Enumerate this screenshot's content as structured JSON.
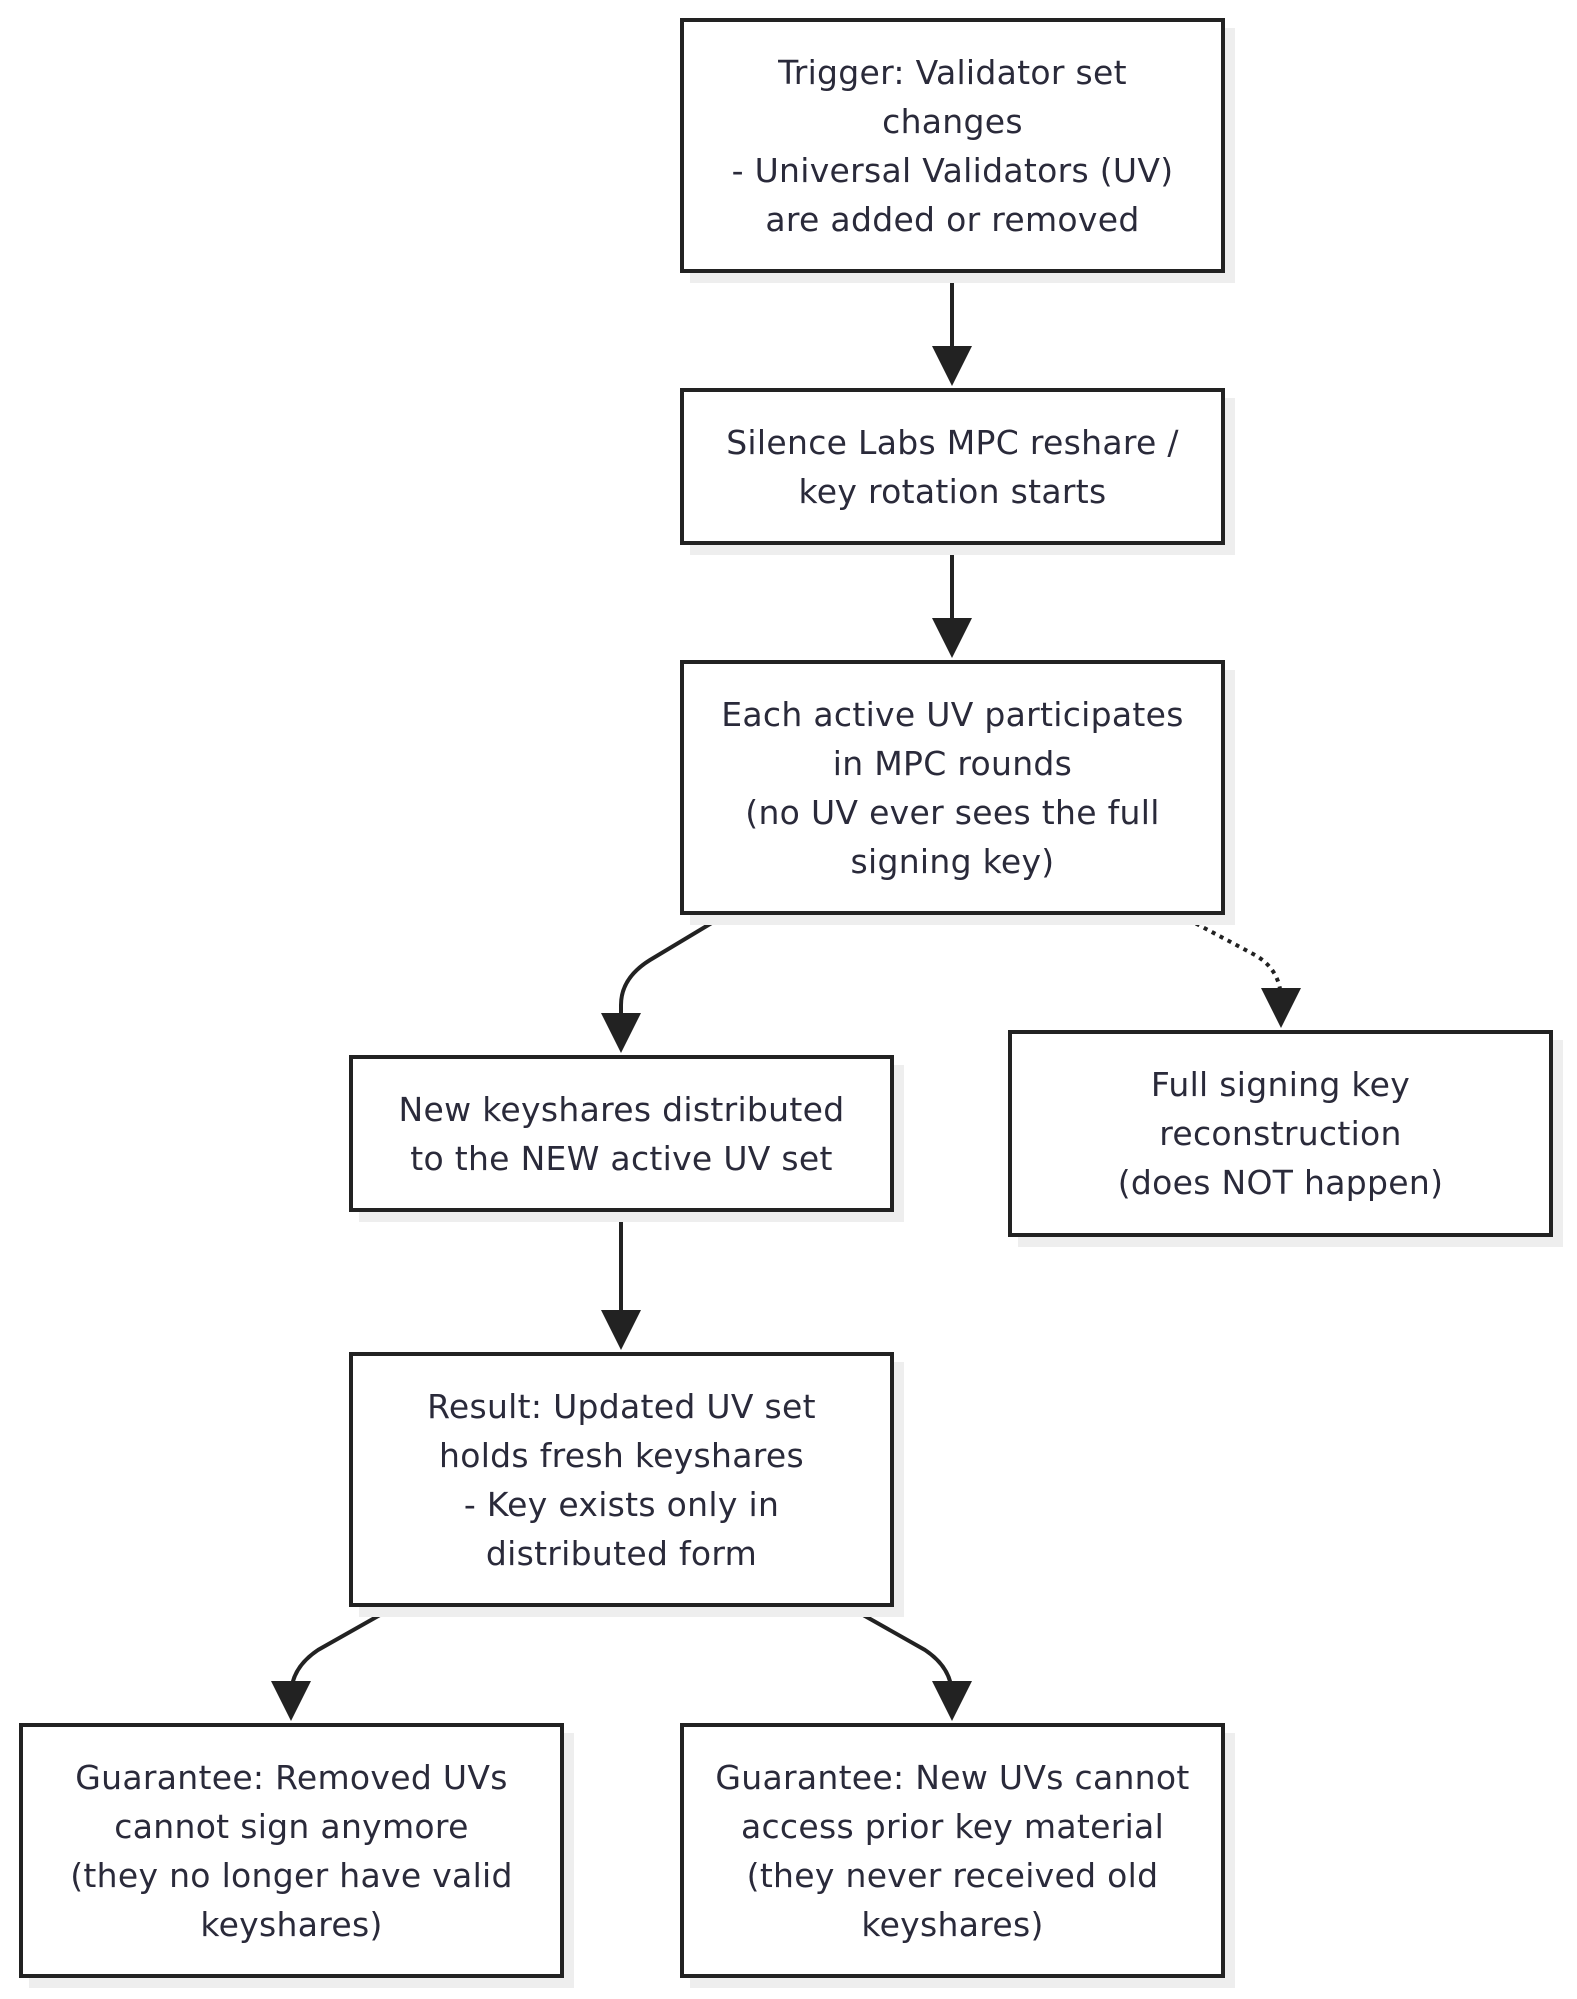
{
  "colors": {
    "stroke": "#222222",
    "text": "#2a2a3a",
    "background": "#ffffff",
    "shadow": "#eeeeee"
  },
  "nodes": {
    "trigger": {
      "lines": [
        "Trigger: Validator set",
        "changes",
        "- Universal Validators (UV)",
        "are added or removed"
      ]
    },
    "reshare": {
      "lines": [
        "Silence Labs MPC reshare /",
        "key rotation starts"
      ]
    },
    "mpc": {
      "lines": [
        "Each active UV participates",
        "in MPC rounds",
        "(no UV ever sees the full",
        "signing key)"
      ]
    },
    "new_keyshares": {
      "lines": [
        "New keyshares distributed",
        "to the NEW active UV set"
      ]
    },
    "full_key": {
      "lines": [
        "Full signing key",
        "reconstruction",
        "(does NOT happen)"
      ]
    },
    "result": {
      "lines": [
        "Result: Updated UV set",
        "holds fresh keyshares",
        "- Key exists only in",
        "distributed form"
      ]
    },
    "removed": {
      "lines": [
        "Guarantee: Removed UVs",
        "cannot sign anymore",
        "(they no longer have valid",
        "keyshares)"
      ]
    },
    "new_uvs": {
      "lines": [
        "Guarantee: New UVs cannot",
        "access prior key material",
        "(they never received old",
        "keyshares)"
      ]
    }
  }
}
